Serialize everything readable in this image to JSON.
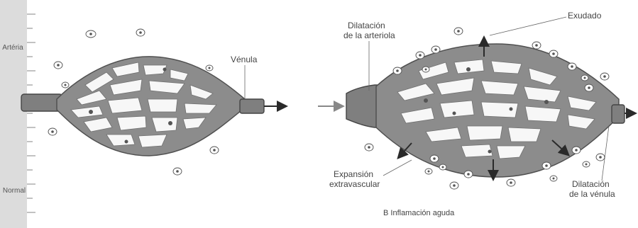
{
  "colors": {
    "vessel": "#8c8c8c",
    "outline": "#505050",
    "background": "#ffffff",
    "arrow": "#2a2a2a"
  },
  "panel_left": {
    "scale_top": "Artéria",
    "scale_bottom": "Normal",
    "vein_label": "Vénula"
  },
  "panel_right": {
    "exudate_label": "Exudado",
    "arteriole_dilation_label_line1": "Dilatación",
    "arteriole_dilation_label_line2": "de la arteriola",
    "extravascular_label_line1": "Expansión",
    "extravascular_label_line2": "extravascular",
    "venule_dilation_label_line1": "Dilatación",
    "venule_dilation_label_line2": "de la vénula",
    "caption": "B Inflamación aguda"
  }
}
